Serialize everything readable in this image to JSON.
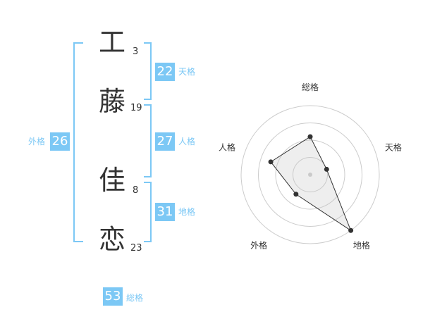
{
  "name": {
    "characters": [
      {
        "char": "工",
        "strokes": "3"
      },
      {
        "char": "藤",
        "strokes": "19"
      },
      {
        "char": "佳",
        "strokes": "8"
      },
      {
        "char": "恋",
        "strokes": "23"
      }
    ]
  },
  "fortunes": {
    "tenkaku": {
      "label": "天格",
      "value": "22"
    },
    "jinkaku": {
      "label": "人格",
      "value": "27"
    },
    "chikaku": {
      "label": "地格",
      "value": "31"
    },
    "gaikaku": {
      "label": "外格",
      "value": "26"
    },
    "soukaku": {
      "label": "総格",
      "value": "53"
    }
  },
  "colors": {
    "accent": "#7cc8f5",
    "text": "#333333"
  },
  "chart_data": {
    "type": "radar",
    "axes": [
      "総格",
      "天格",
      "地格",
      "外格",
      "人格"
    ],
    "values": [
      0.55,
      0.25,
      1.0,
      0.35,
      0.6
    ],
    "range": [
      0,
      1
    ],
    "rings": 4
  }
}
